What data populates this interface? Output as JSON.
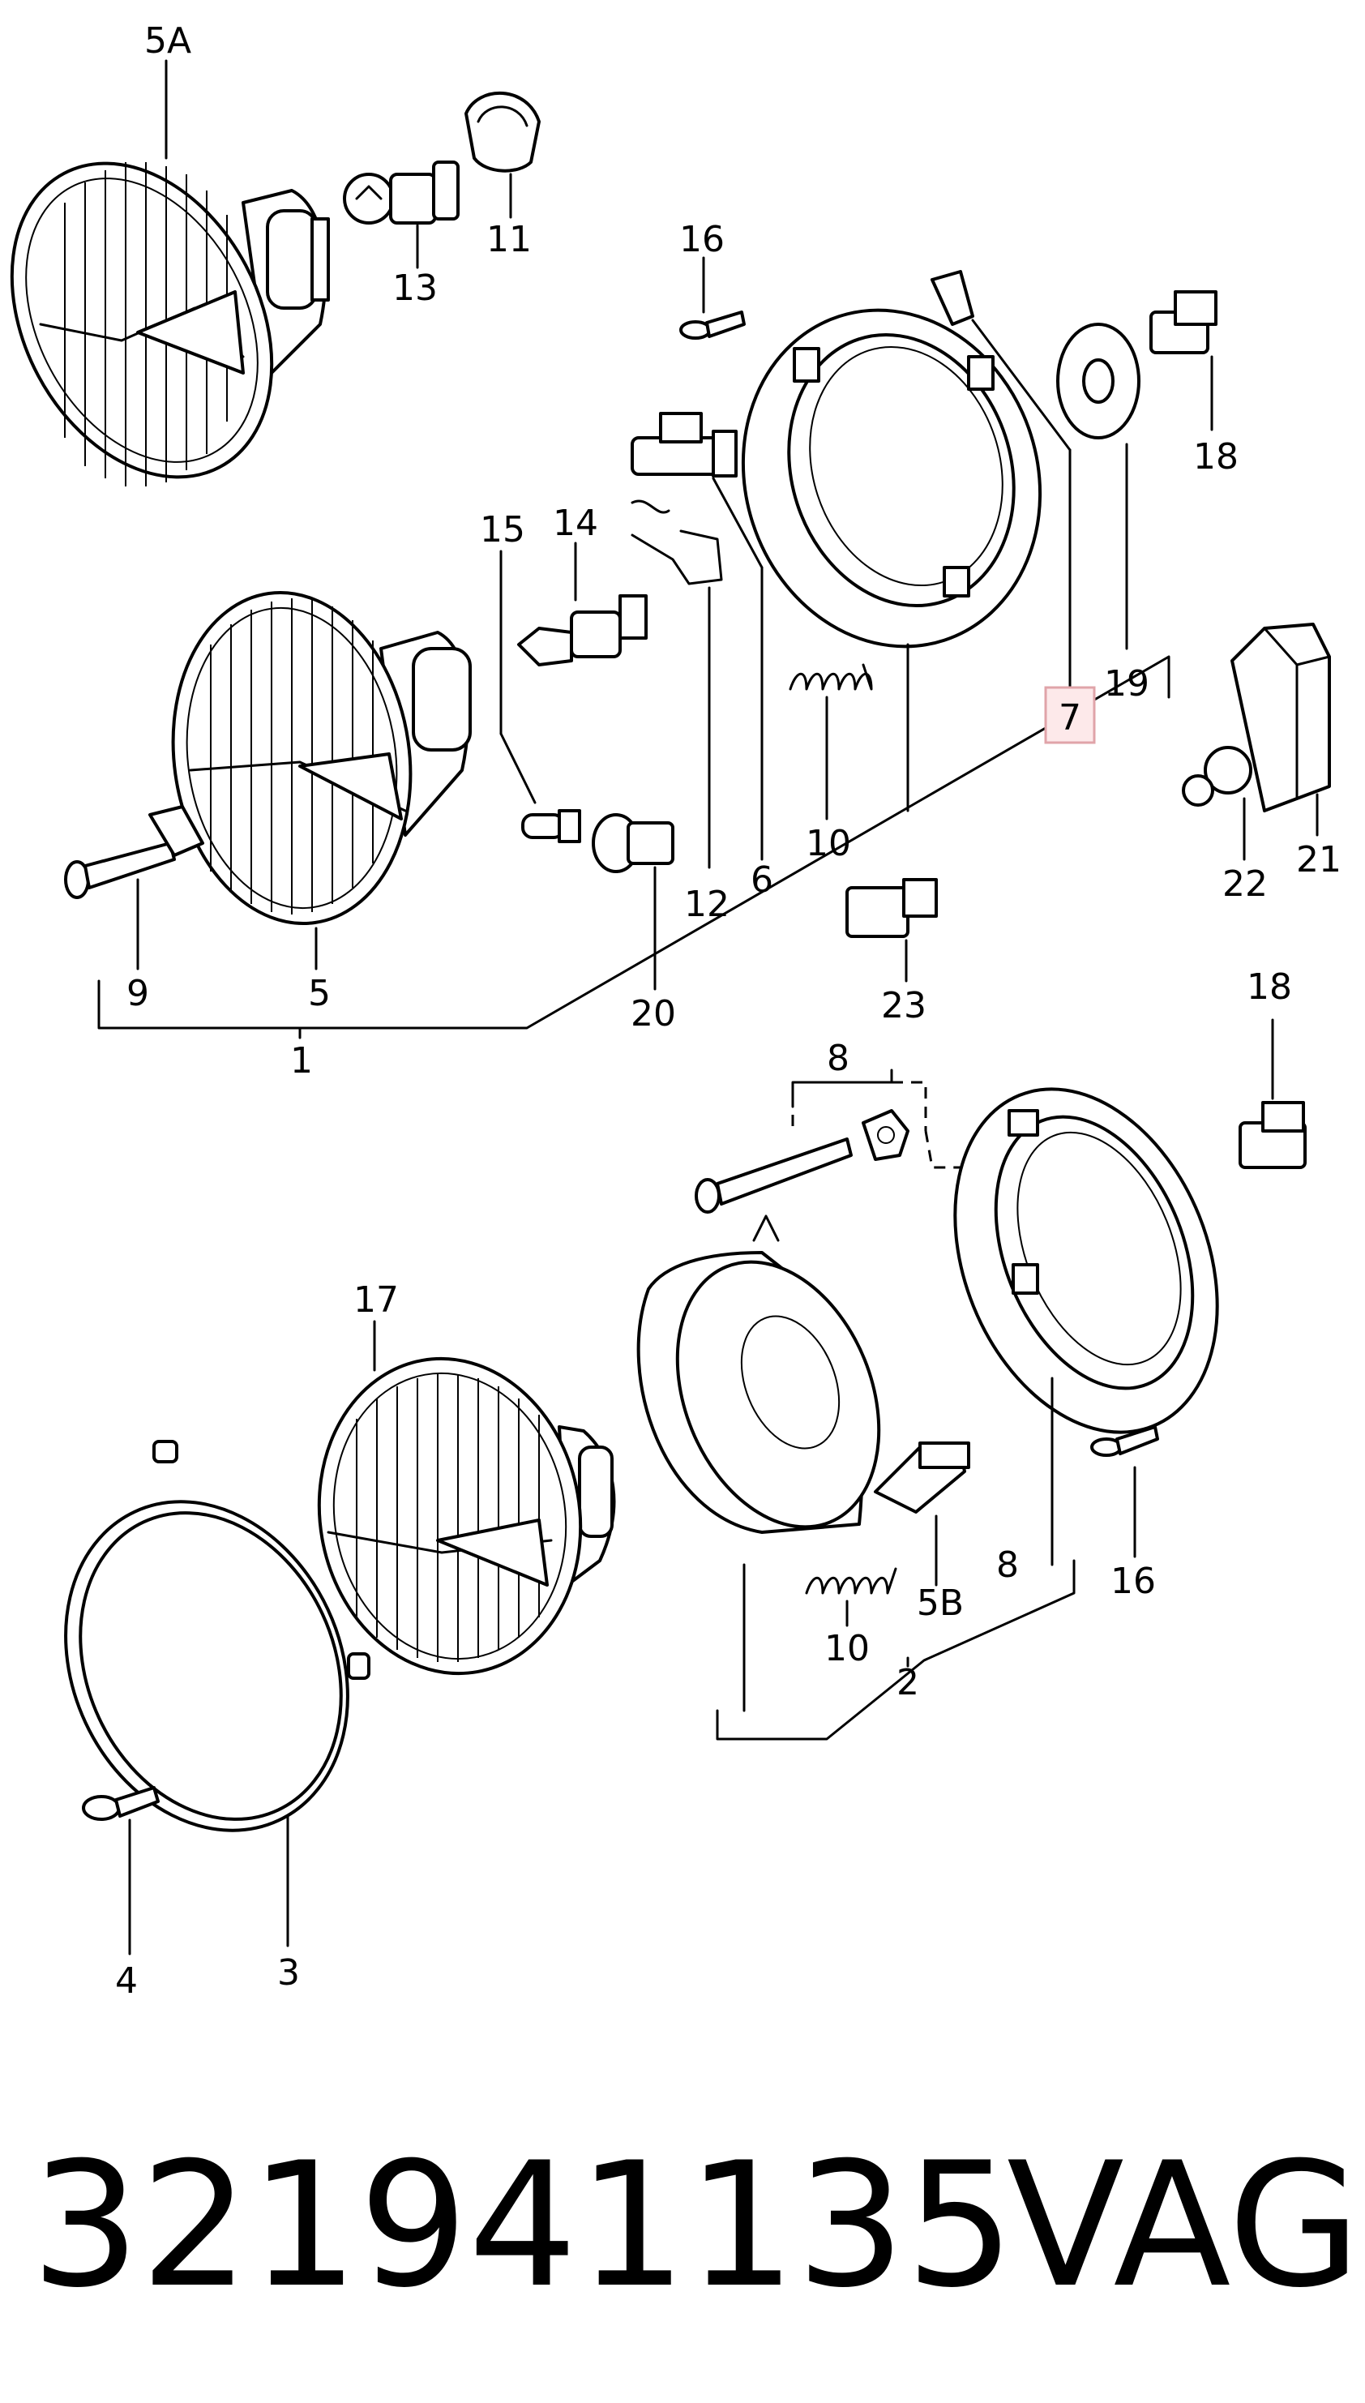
{
  "labels": {
    "l5a": "5A",
    "l11": "11",
    "l13": "13",
    "l16a": "16",
    "l7": "7",
    "l18a": "18",
    "l19": "19",
    "l15": "15",
    "l14": "14",
    "l6": "6",
    "l12": "12",
    "l10a": "10",
    "l21": "21",
    "l22": "22",
    "l9": "9",
    "l5": "5",
    "l20": "20",
    "l23": "23",
    "l1": "1",
    "l8a": "8",
    "l18b": "18",
    "l17": "17",
    "l16b": "16",
    "l8b": "8",
    "l5b": "5B",
    "l10b": "10",
    "l2": "2",
    "l4": "4",
    "l3": "3"
  },
  "highlighted_part": "7",
  "colors": {
    "highlight_fill": "#fde9ea",
    "highlight_border": "#e0a4a9",
    "ink": "#000000"
  },
  "footer": {
    "part_number": "321941135",
    "brand": "VAG"
  }
}
